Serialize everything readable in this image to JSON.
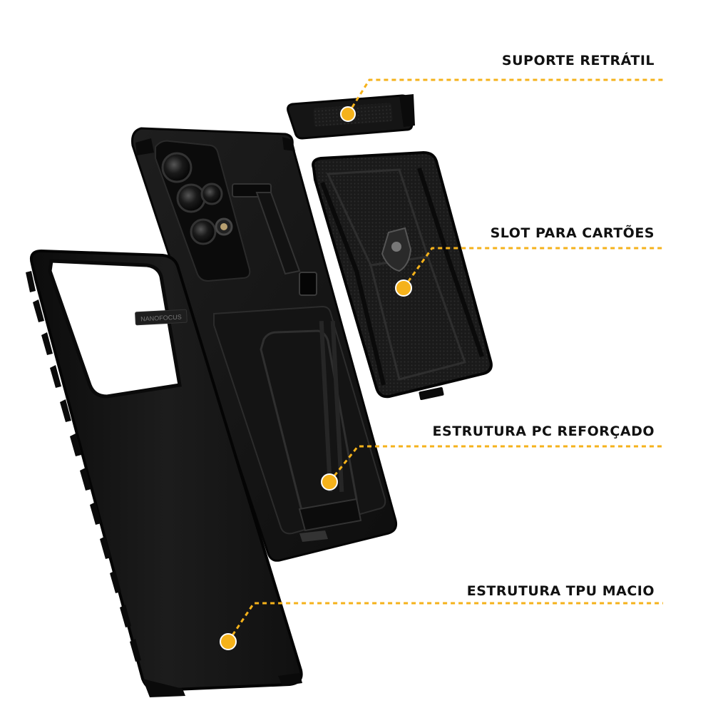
{
  "callouts": [
    {
      "label": "SUPORTE RETRÁTIL"
    },
    {
      "label": "SLOT PARA CARTÕES"
    },
    {
      "label": "ESTRUTURA PC REFORÇADO"
    },
    {
      "label": "ESTRUTURA TPU MACIO"
    }
  ],
  "product_text": {
    "lens_marking": "NANOFOCUS"
  },
  "colors": {
    "accent": "#F5B21B",
    "case": "#161616",
    "case_edge": "#2b2b2b",
    "background": "#FFFFFF"
  },
  "icons": {
    "card_slot_emblem": "gorilla-shield-icon"
  }
}
